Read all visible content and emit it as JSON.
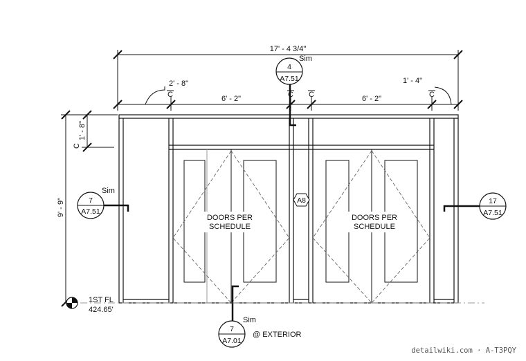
{
  "dimensions": {
    "overall_width": "17' - 4 3/4\"",
    "left_offset": "2' - 8\"",
    "right_offset": "1' - 4\"",
    "left_bay": "6' - 2\"",
    "right_bay": "6' - 2\"",
    "overall_height": "9' - 9\"",
    "top_panel_height": "1' - 8\""
  },
  "centerline_symbol": "C",
  "callouts": {
    "top": {
      "number": "4",
      "sheet": "A7.51",
      "note": "Sim"
    },
    "left": {
      "number": "7",
      "sheet": "A7.51",
      "note": "Sim"
    },
    "right": {
      "number": "17",
      "sheet": "A7.51"
    },
    "bottom": {
      "number": "7",
      "sheet": "A7.01",
      "note": "Sim",
      "extra": "@ EXTERIOR"
    }
  },
  "door_tag": "A8",
  "door_notes": {
    "left": [
      "DOORS PER",
      "SCHEDULE"
    ],
    "right": [
      "DOORS PER",
      "SCHEDULE"
    ]
  },
  "level": {
    "name": "1ST FL",
    "elevation": "424.65'"
  },
  "watermark": "detailwiki.com · A-T3PQY"
}
